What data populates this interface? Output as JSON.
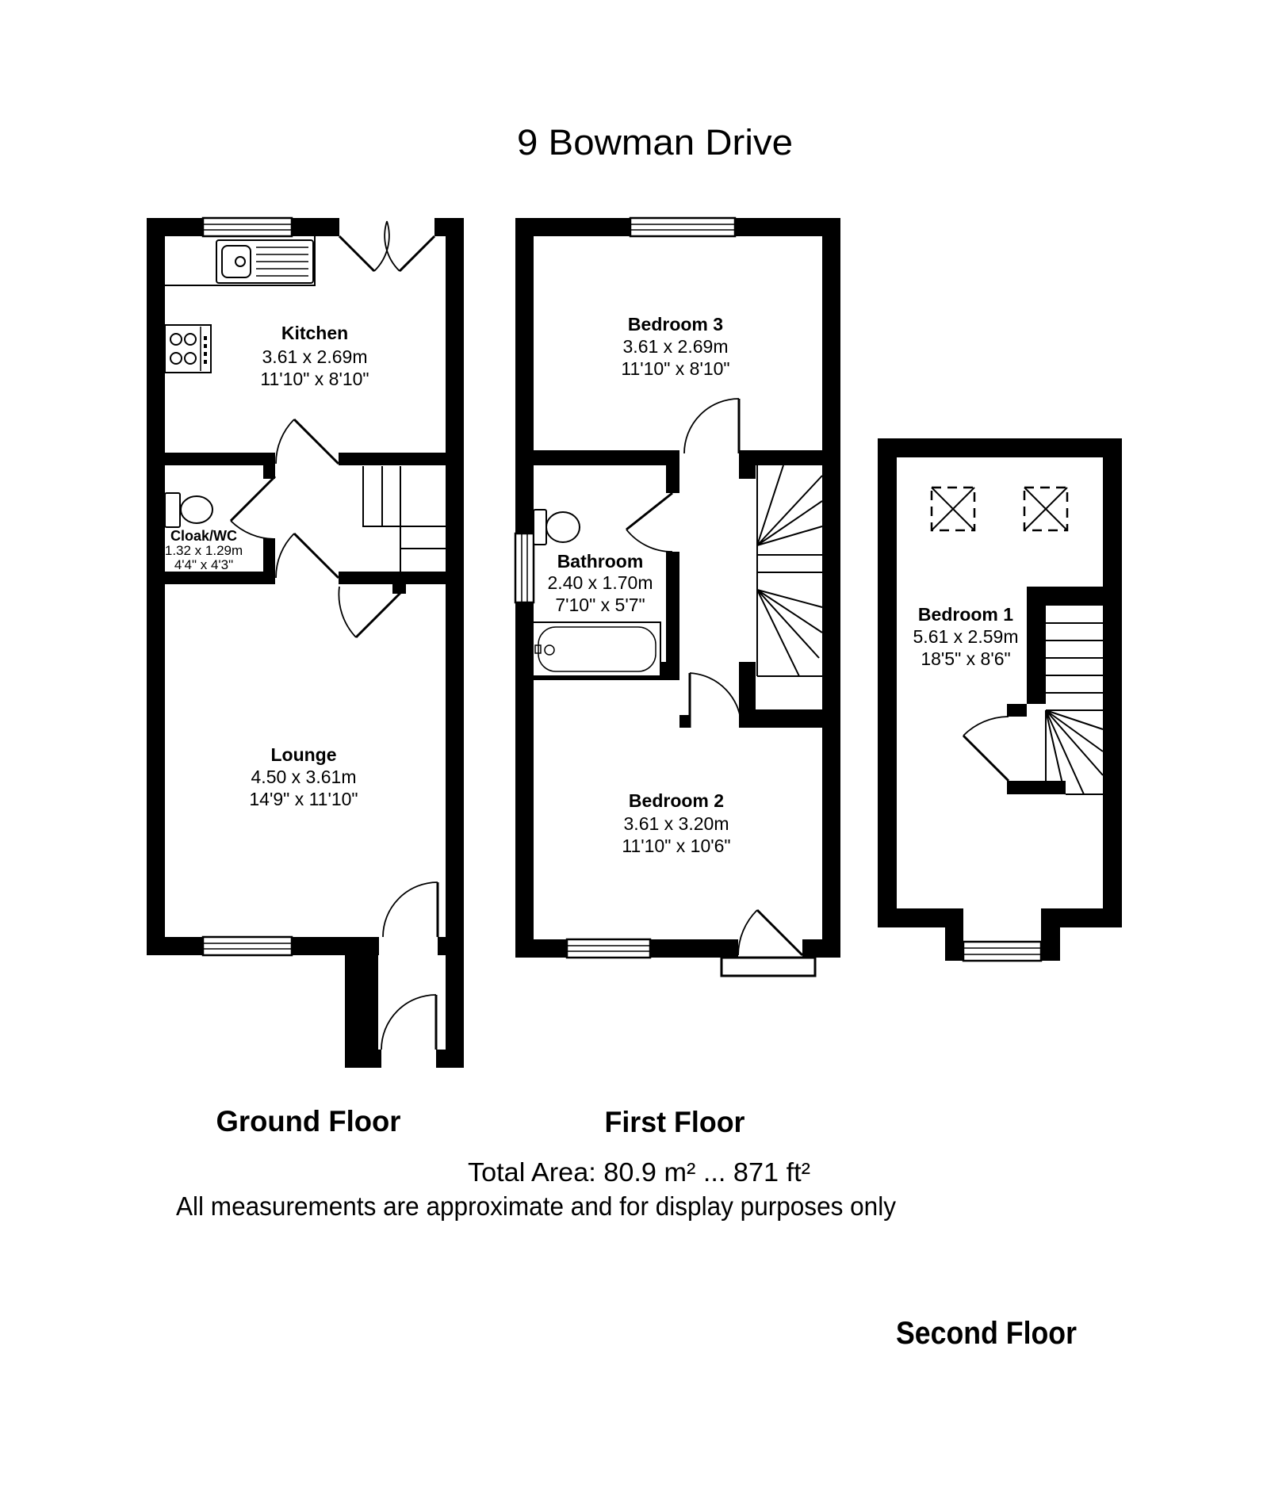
{
  "title": "9 Bowman Drive",
  "rooms": {
    "kitchen": {
      "name": "Kitchen",
      "dims_m": "3.61 x 2.69m",
      "dims_ft": "11'10\" x 8'10\""
    },
    "cloak_wc": {
      "name": "Cloak/WC",
      "dims_m": "1.32 x 1.29m",
      "dims_ft": "4'4\" x 4'3\""
    },
    "lounge": {
      "name": "Lounge",
      "dims_m": "4.50 x 3.61m",
      "dims_ft": "14'9\" x 11'10\""
    },
    "bedroom3": {
      "name": "Bedroom 3",
      "dims_m": "3.61 x 2.69m",
      "dims_ft": "11'10\" x 8'10\""
    },
    "bathroom": {
      "name": "Bathroom",
      "dims_m": "2.40 x 1.70m",
      "dims_ft": "7'10\" x 5'7\""
    },
    "bedroom2": {
      "name": "Bedroom 2",
      "dims_m": "3.61 x 3.20m",
      "dims_ft": "11'10\" x 10'6\""
    },
    "bedroom1": {
      "name": "Bedroom 1",
      "dims_m": "5.61 x 2.59m",
      "dims_ft": "18'5\" x 8'6\""
    }
  },
  "floor_labels": {
    "ground": "Ground Floor",
    "first": "First Floor",
    "second": "Second Floor"
  },
  "footer": {
    "total_area": "Total Area: 80.9 m² ... 871 ft²",
    "disclaimer": "All measurements are approximate and for display purposes only"
  },
  "colors": {
    "wall": "#000000",
    "background": "#ffffff"
  }
}
